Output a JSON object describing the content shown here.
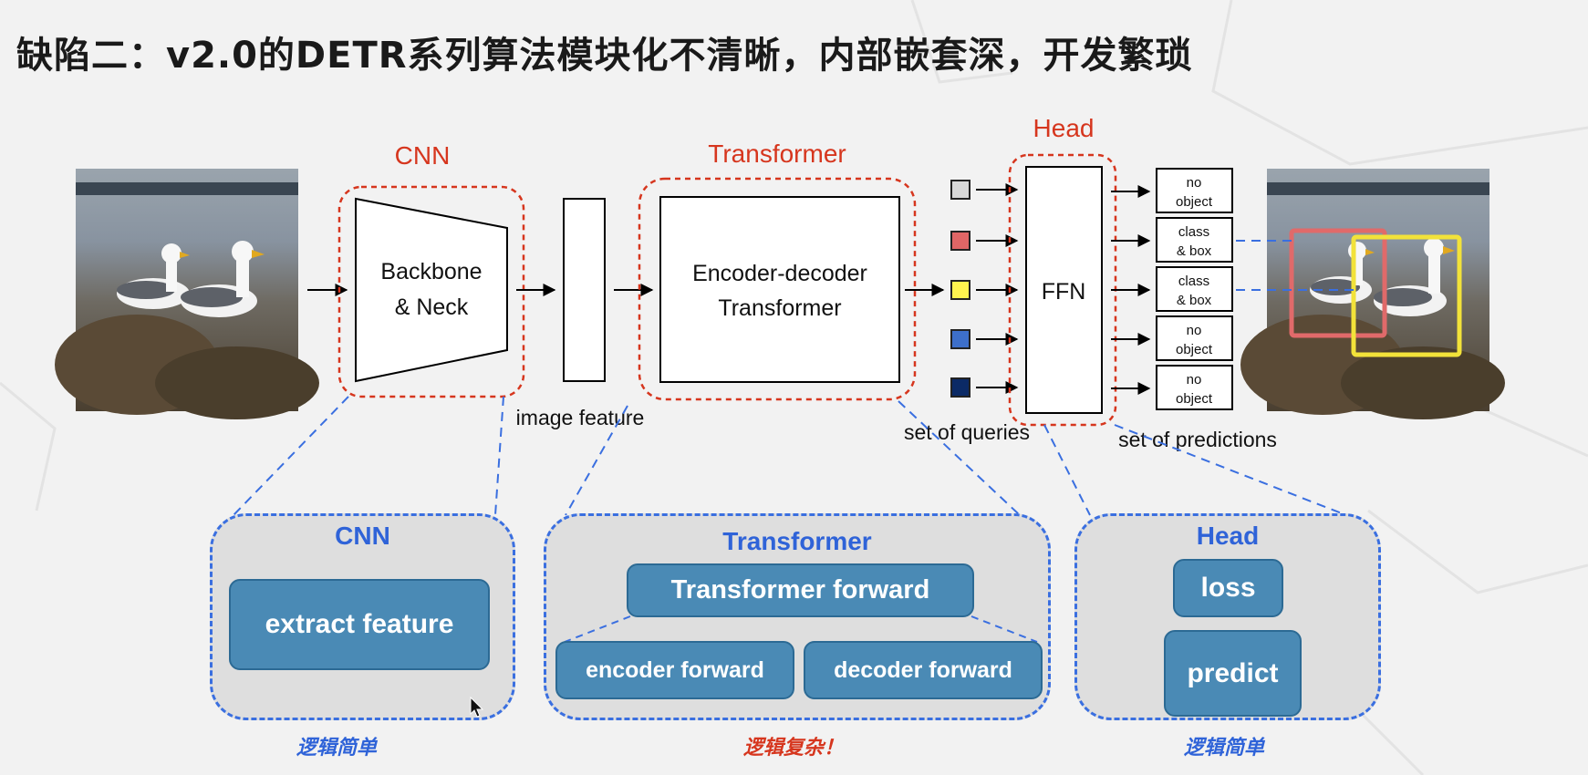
{
  "title": "缺陷二：v2.0的DETR系列算法模块化不清晰，内部嵌套深，开发繁琐",
  "diagram": {
    "cnn_label": "CNN",
    "transformer_label": "Transformer",
    "head_label": "Head",
    "backbone_line1": "Backbone",
    "backbone_line2": "& Neck",
    "encdec_line1": "Encoder-decoder",
    "encdec_line2": "Transformer",
    "ffn_label": "FFN",
    "image_feature_caption": "image feature",
    "set_of_queries_caption": "set of queries",
    "set_of_predictions_caption": "set of predictions",
    "queries": [
      {
        "color": "#d8d8d8"
      },
      {
        "color": "#e06666"
      },
      {
        "color": "#fff44f"
      },
      {
        "color": "#3d6fc9"
      },
      {
        "color": "#0b2a66"
      }
    ],
    "predictions": [
      {
        "line1": "no",
        "line2": "object"
      },
      {
        "line1": "class",
        "line2": "& box"
      },
      {
        "line1": "class",
        "line2": "& box"
      },
      {
        "line1": "no",
        "line2": "object"
      },
      {
        "line1": "no",
        "line2": "object"
      }
    ],
    "colors": {
      "red_dashed": "#d6361e",
      "blue_dashed": "#3a6fe0",
      "box_red": "#e06a6a",
      "box_yellow": "#f2e23a"
    }
  },
  "panels": {
    "cnn": {
      "title": "CNN",
      "button": "extract feature",
      "note": "逻辑简单"
    },
    "transformer": {
      "title": "Transformer",
      "top_button": "Transformer forward",
      "left_button": "encoder forward",
      "right_button": "decoder forward",
      "note": "逻辑复杂！"
    },
    "head": {
      "title": "Head",
      "loss_button": "loss",
      "predict_button": "predict",
      "note": "逻辑简单"
    }
  },
  "colors": {
    "note_blue": "#2f63d8",
    "note_red": "#d6361e",
    "button_fill": "#4a8ab5"
  }
}
